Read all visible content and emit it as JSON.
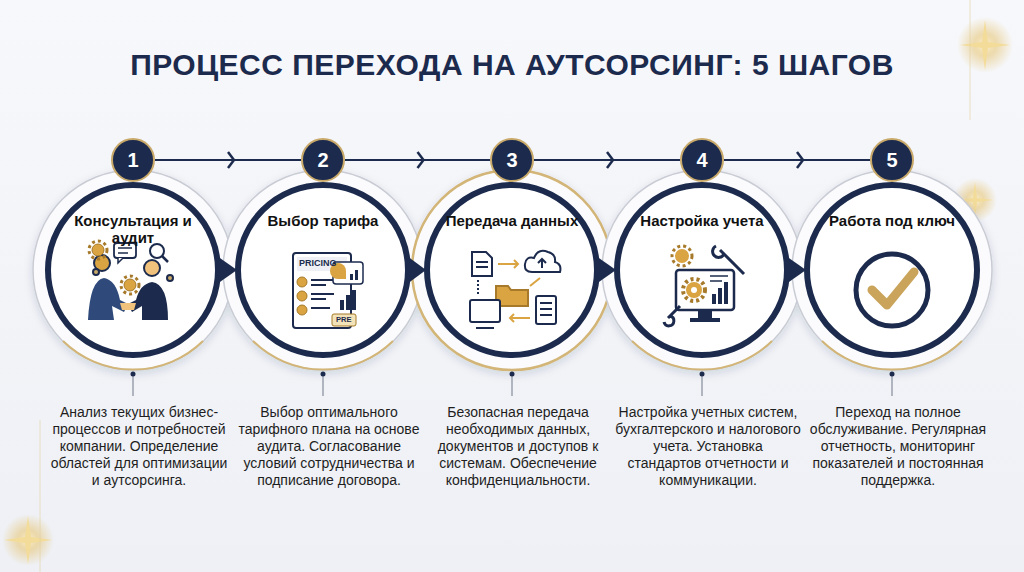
{
  "diagram": {
    "title": "ПРОЦЕСС ПЕРЕХОДА НА АУТСОРСИНГ: 5 ШАГОВ",
    "nodes": [
      {
        "text": [
          "1"
        ]
      },
      {
        "text": [
          "Консультация и аудит",
          "Анализ текущих бизнес-процессов и потребностей компании. Определение областей для оптимизации и аутсорсинга."
        ]
      },
      {
        "text": [
          "2"
        ]
      },
      {
        "text": [
          "Выбор тарифа",
          "Выбор оптимального тарифного плана на основе аудита. Согласование условий сотрудничества и подписание договора."
        ]
      },
      {
        "text": [
          "3"
        ]
      },
      {
        "text": [
          "Передача данных",
          "Безопасная передача необходимых данных, документов и доступов к системам. Обеспечение конфиденциальности."
        ]
      },
      {
        "text": [
          "4"
        ]
      },
      {
        "text": [
          "Настройка учета",
          "Настройка учетных систем, бухгалтерского и налогового учета. Установка стандартов отчетности и коммуникации."
        ]
      },
      {
        "text": [
          "5"
        ]
      },
      {
        "text": [
          "Работа под ключ",
          "Переход на полное обслуживание. Регулярная отчетность, мониторинг показателей и постоянная поддержка."
        ]
      }
    ],
    "edges": [
      {
        "from": 0,
        "to": 2,
        "arrow": "to"
      },
      {
        "from": 2,
        "to": 4,
        "arrow": "to"
      },
      {
        "from": 4,
        "to": 6,
        "arrow": "to"
      },
      {
        "from": 6,
        "to": 8,
        "arrow": "to"
      },
      {
        "from": 1,
        "to": 3,
        "arrow": "to"
      },
      {
        "from": 3,
        "to": 5,
        "arrow": "to"
      },
      {
        "from": 5,
        "to": 7,
        "arrow": "to"
      },
      {
        "from": 7,
        "to": 9,
        "arrow": "to"
      }
    ],
    "labels": [
      "PRICING",
      "PRE"
    ]
  }
}
